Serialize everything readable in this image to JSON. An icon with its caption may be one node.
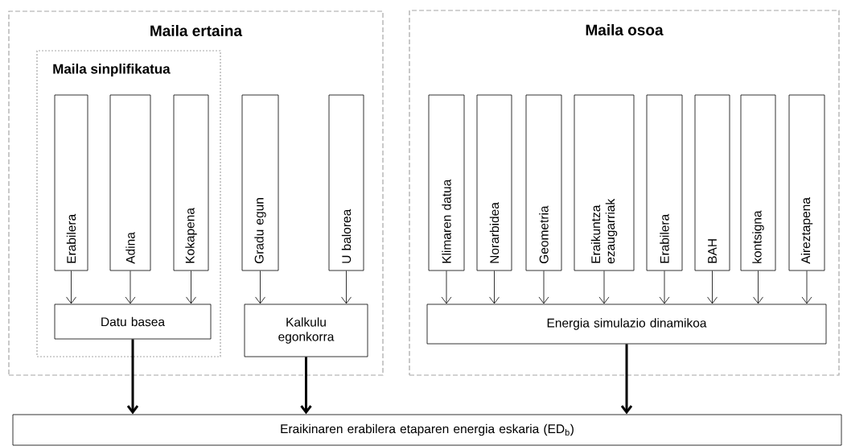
{
  "diagram": {
    "nodes": [
      {
        "text": [
          "Maila ertaina"
        ]
      },
      {
        "text": [
          "Maila sinplifikatua"
        ],
        "in": 0
      },
      {
        "text": [
          "Erabilera"
        ],
        "in": 1
      },
      {
        "text": [
          "Adina"
        ],
        "in": 1
      },
      {
        "text": [
          "Kokapena"
        ],
        "in": 1
      },
      {
        "text": [
          "Datu basea"
        ],
        "in": 1
      },
      {
        "text": [
          "Gradu egun"
        ],
        "in": 0
      },
      {
        "text": [
          "U balorea"
        ],
        "in": 0
      },
      {
        "text": [
          "Kalkulu egonkorra"
        ],
        "in": 0
      },
      {
        "text": [
          "Maila osoa"
        ]
      },
      {
        "text": [
          "Klimaren datua"
        ],
        "in": 9
      },
      {
        "text": [
          "Norarbidea"
        ],
        "in": 9
      },
      {
        "text": [
          "Geometria"
        ],
        "in": 9
      },
      {
        "text": [
          "Eraikuntza ezaugarriak"
        ],
        "in": 9
      },
      {
        "text": [
          "Erabilera"
        ],
        "in": 9
      },
      {
        "text": [
          "BAH"
        ],
        "in": 9
      },
      {
        "text": [
          "kontsigna"
        ],
        "in": 9
      },
      {
        "text": [
          "Aireztapena"
        ],
        "in": 9
      },
      {
        "text": [
          "Energia simulazio dinamikoa"
        ],
        "in": 9
      },
      {
        "text": [
          "Eraikinaren erabilera etaparen energia eskaria (ED$_{b}$)"
        ]
      }
    ],
    "edges": [
      {
        "from": 2,
        "to": 5,
        "arrow": "to"
      },
      {
        "from": 3,
        "to": 5,
        "arrow": "to"
      },
      {
        "from": 4,
        "to": 5,
        "arrow": "to"
      },
      {
        "from": 6,
        "to": 8,
        "arrow": "to"
      },
      {
        "from": 7,
        "to": 8,
        "arrow": "to"
      },
      {
        "from": 10,
        "to": 18,
        "arrow": "to"
      },
      {
        "from": 11,
        "to": 18,
        "arrow": "to"
      },
      {
        "from": 12,
        "to": 18,
        "arrow": "to"
      },
      {
        "from": 13,
        "to": 18,
        "arrow": "to"
      },
      {
        "from": 14,
        "to": 18,
        "arrow": "to"
      },
      {
        "from": 15,
        "to": 18,
        "arrow": "to"
      },
      {
        "from": 16,
        "to": 18,
        "arrow": "to"
      },
      {
        "from": 17,
        "to": 18,
        "arrow": "to"
      },
      {
        "from": 5,
        "to": 19,
        "arrow": "to",
        "style": "thick"
      },
      {
        "from": 8,
        "to": 19,
        "arrow": "to",
        "style": "thick"
      },
      {
        "from": 18,
        "to": 19,
        "arrow": "to",
        "style": "thick"
      }
    ]
  }
}
